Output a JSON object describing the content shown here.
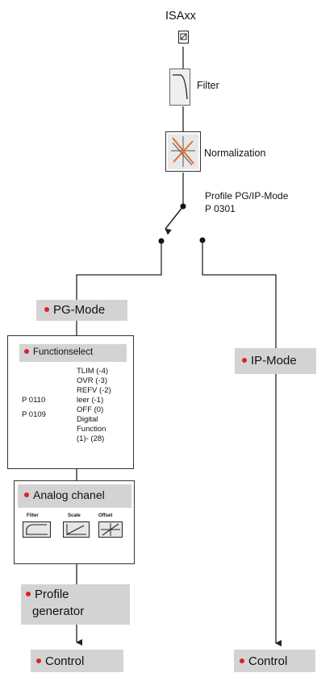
{
  "colors": {
    "accent": "#d8232a",
    "box_fill": "#d3d3d3",
    "line": "#222222",
    "normalization_orange": "#e0702a"
  },
  "source": {
    "label": "ISAxx"
  },
  "filter_block": {
    "label": "Filter"
  },
  "normalization_block": {
    "label": "Normalization"
  },
  "profile_switch": {
    "label_line1": "Profile PG/IP-Mode",
    "label_line2": "P 0301"
  },
  "pg_mode": {
    "label": "PG-Mode"
  },
  "ip_mode": {
    "label": "IP-Mode"
  },
  "function_select": {
    "title": "Functionselect",
    "params": [
      "P 0110",
      "P 0109"
    ],
    "options": [
      "TLIM (-4)",
      "OVR (-3)",
      "REFV (-2)",
      "leer (-1)",
      "OFF (0)",
      "Digital",
      "Function",
      "(1)- (28)"
    ]
  },
  "analog_channel": {
    "title": "Analog chanel",
    "blocks": [
      "Filter",
      "Scale",
      "Offset"
    ]
  },
  "profile_generator": {
    "line1": "Profile",
    "line2": "generator"
  },
  "control_left": {
    "label": "Control"
  },
  "control_right": {
    "label": "Control"
  }
}
